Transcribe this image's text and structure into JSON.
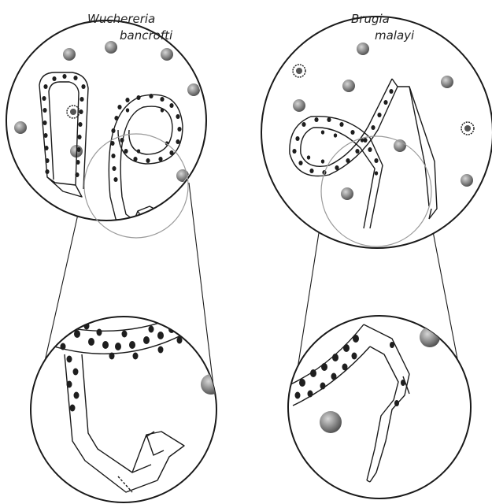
{
  "panels": [
    {
      "species_line1": "Wuchereria",
      "species_line2": "bancrofti"
    },
    {
      "species_line1": "Brugia",
      "species_line2": "malayi"
    }
  ],
  "colors": {
    "outline": "#1a1a1a",
    "zoom_circle": "#9a9a9a",
    "nucleus": "#1e1e1e",
    "rbc_light": "#d6d6d6",
    "rbc_dark": "#555555",
    "background": "#ffffff"
  }
}
